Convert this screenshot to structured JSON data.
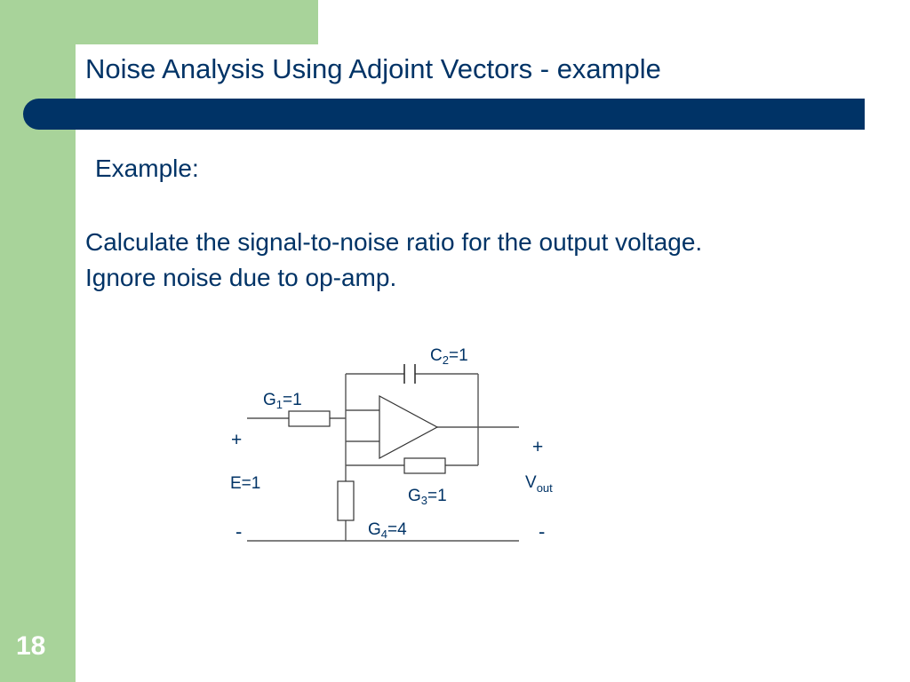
{
  "slide": {
    "title": "Noise Analysis Using Adjoint Vectors - example",
    "heading": "Example:",
    "body_lines": [
      "Calculate the signal-to-noise ratio for the output voltage.",
      "Ignore noise due to op-amp."
    ],
    "page_number": "18"
  },
  "circuit": {
    "c2": {
      "symbol": "C",
      "sub": "2",
      "value": "=1"
    },
    "g1": {
      "symbol": "G",
      "sub": "1",
      "value": "=1"
    },
    "g3": {
      "symbol": "G",
      "sub": "3",
      "value": "=1"
    },
    "g4": {
      "symbol": "G",
      "sub": "4",
      "value": "=4"
    },
    "source": {
      "label": "E=1",
      "plus": "+",
      "minus": "-"
    },
    "output": {
      "symbol": "V",
      "sub": "out",
      "plus": "+",
      "minus": "-"
    }
  },
  "colors": {
    "accent_green": "#a8d39a",
    "title_bar_navy": "#003366",
    "text_navy": "#003366"
  }
}
